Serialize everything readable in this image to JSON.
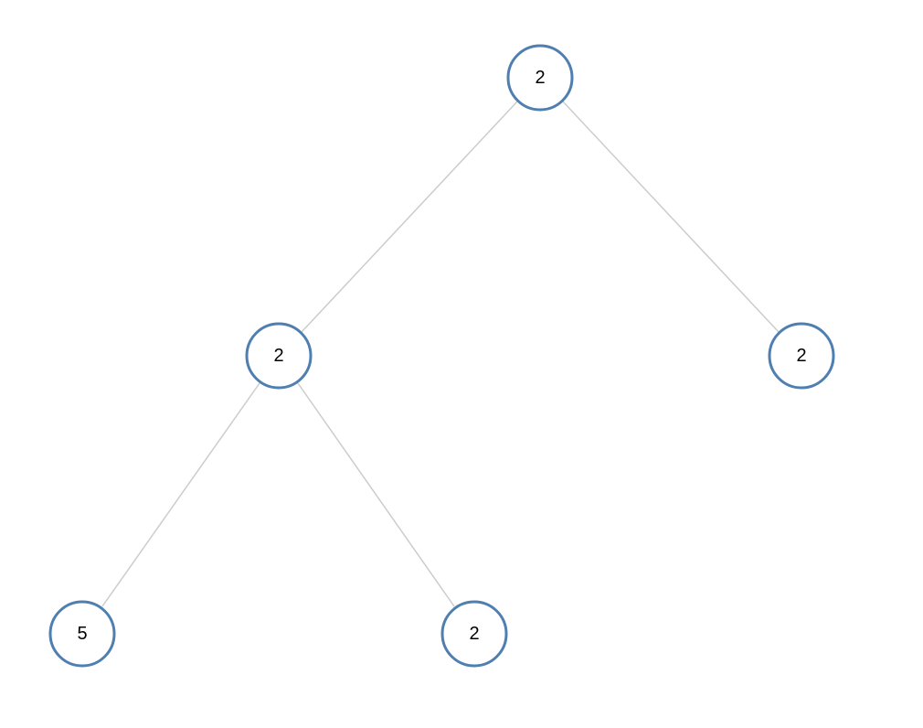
{
  "tree": {
    "colors": {
      "edge": "#cccccc",
      "node_stroke": "#4f7fb0",
      "node_fill": "#ffffff",
      "label": "#000000"
    },
    "nodes": [
      {
        "id": "root",
        "value": "2"
      },
      {
        "id": "left",
        "value": "2"
      },
      {
        "id": "right",
        "value": "2"
      },
      {
        "id": "left-left",
        "value": "5"
      },
      {
        "id": "left-right",
        "value": "2"
      }
    ],
    "edges": [
      {
        "from": "root",
        "to": "left"
      },
      {
        "from": "root",
        "to": "right"
      },
      {
        "from": "left",
        "to": "left-left"
      },
      {
        "from": "left",
        "to": "left-right"
      }
    ]
  }
}
